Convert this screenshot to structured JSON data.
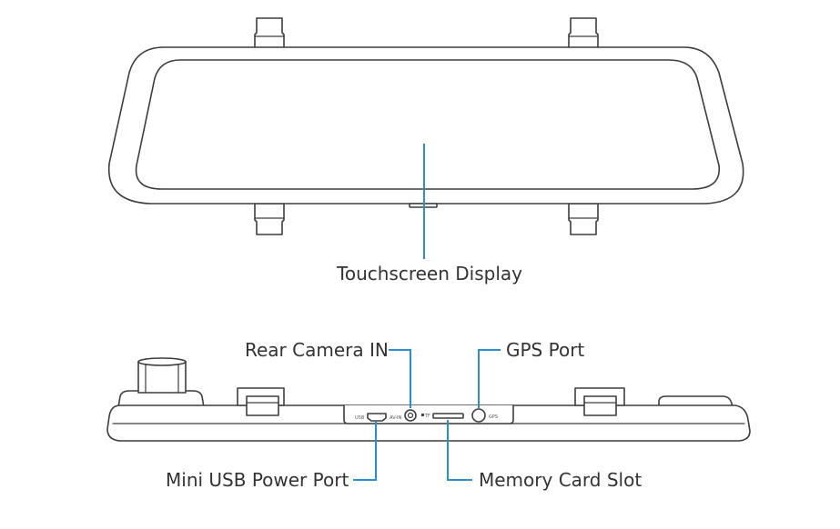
{
  "labels": {
    "touchscreen": "Touchscreen Display",
    "rear_camera": "Rear Camera IN",
    "gps": "GPS Port",
    "usb": "Mini USB Power Port",
    "memory": "Memory Card Slot"
  },
  "port_marks": {
    "usb": "USB",
    "av": "AV-IN",
    "tf": "TF",
    "gps": "GPS"
  },
  "colors": {
    "callout": "#2a8fcf",
    "outline": "#3d3d3d"
  }
}
